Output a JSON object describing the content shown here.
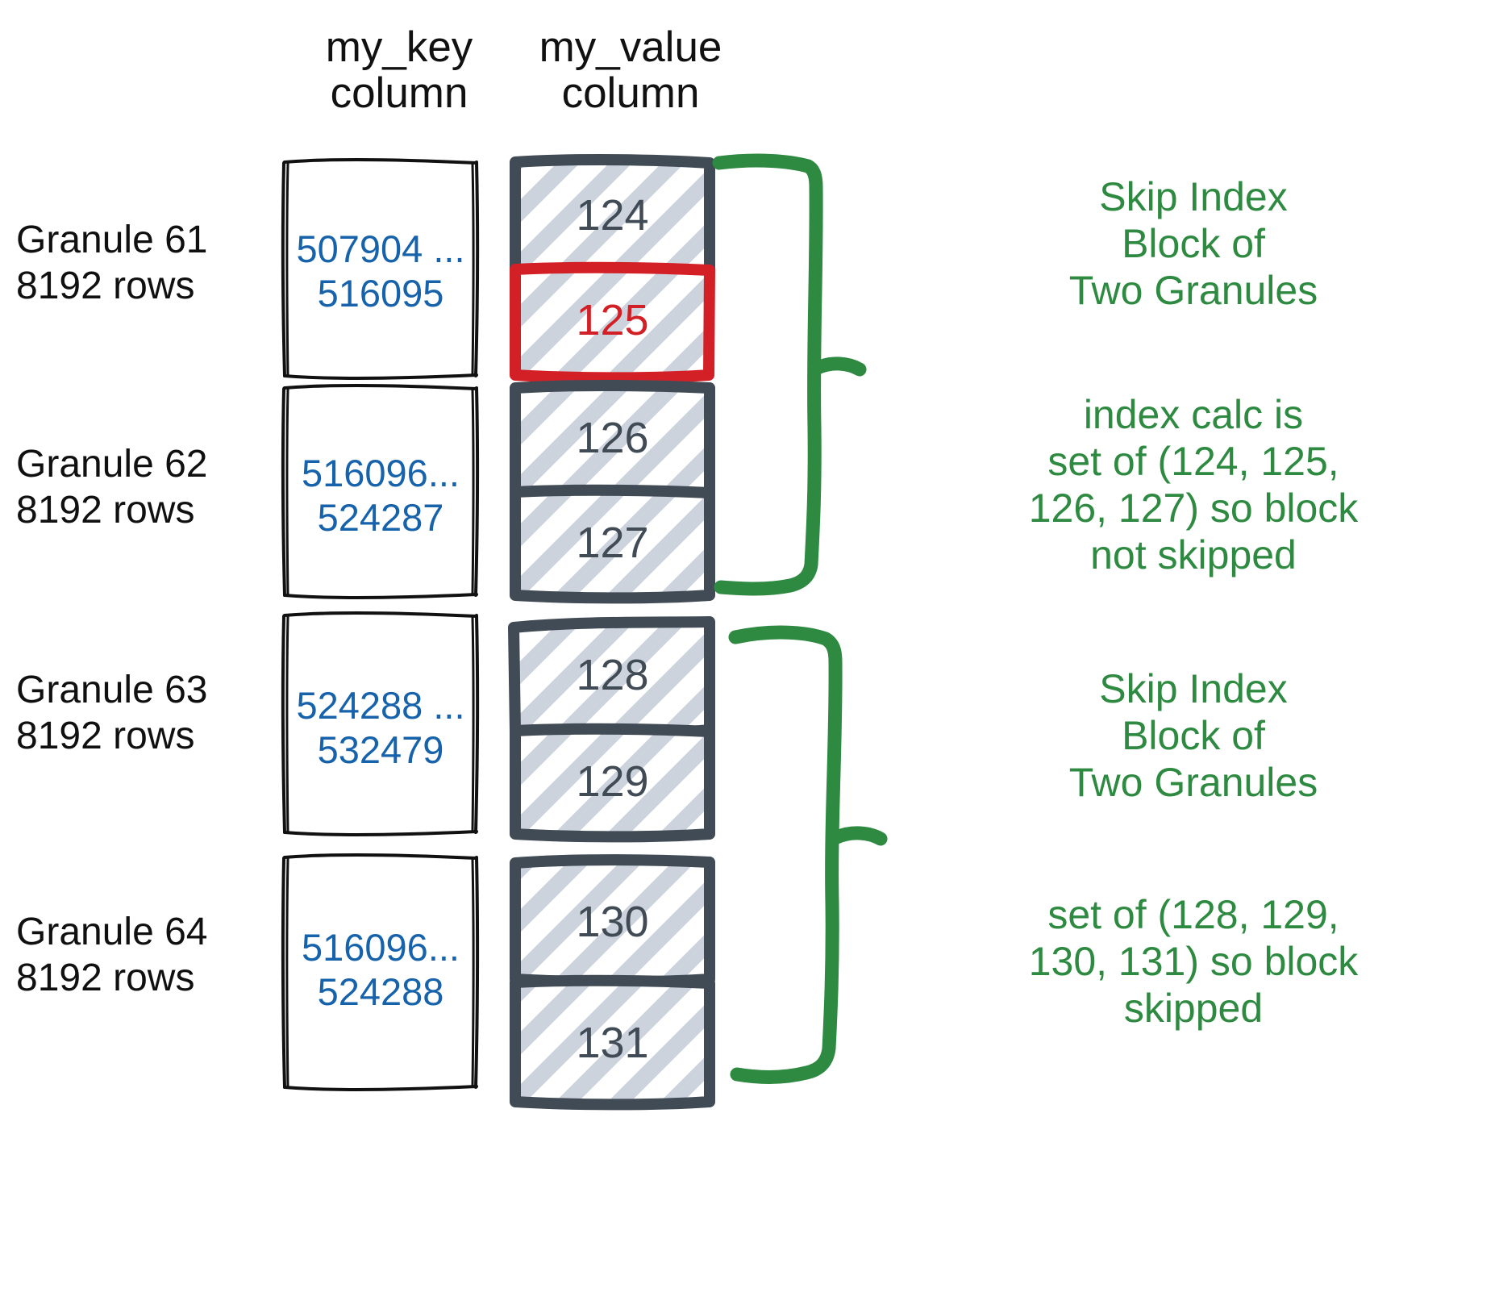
{
  "headers": {
    "key_column": "my_key\ncolumn",
    "value_column": "my_value\ncolumn"
  },
  "colors": {
    "key_text": "#1763ab",
    "value_text": "#414b56",
    "highlight": "#d32026",
    "annotation": "#2d8a40",
    "box_border": "#414b56",
    "hatch": "#ccd3dd"
  },
  "granules": [
    {
      "label": "Granule 61\n8192 rows",
      "key_range": "507904 ...\n516095",
      "values": [
        {
          "text": "124",
          "highlighted": false
        },
        {
          "text": "125",
          "highlighted": true
        }
      ]
    },
    {
      "label": "Granule 62\n8192 rows",
      "key_range": "516096...\n524287",
      "values": [
        {
          "text": "126",
          "highlighted": false
        },
        {
          "text": "127",
          "highlighted": false
        }
      ]
    },
    {
      "label": "Granule 63\n8192 rows",
      "key_range": "524288 ...\n532479",
      "values": [
        {
          "text": "128",
          "highlighted": false
        },
        {
          "text": "129",
          "highlighted": false
        }
      ]
    },
    {
      "label": "Granule 64\n8192 rows",
      "key_range": "516096...\n524288",
      "values": [
        {
          "text": "130",
          "highlighted": false
        },
        {
          "text": "131",
          "highlighted": false
        }
      ]
    }
  ],
  "annotations": [
    {
      "text": "Skip Index\nBlock of\nTwo Granules"
    },
    {
      "text": "index calc is\nset of (124, 125,\n126, 127) so block\nnot skipped"
    },
    {
      "text": "Skip Index\nBlock of\nTwo Granules"
    },
    {
      "text": "set of (128, 129,\n130, 131) so block\nskipped"
    }
  ]
}
